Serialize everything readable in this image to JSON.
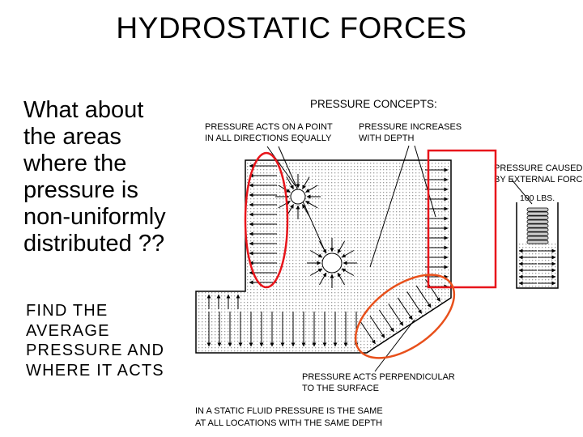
{
  "title": "HYDROSTATIC FORCES",
  "question_lines": [
    "What about",
    "the areas",
    "where the",
    "pressure is",
    "non-uniformly",
    "distributed ??"
  ],
  "task_lines": [
    "FIND THE",
    "AVERAGE",
    "PRESSURE AND",
    "WHERE IT ACTS"
  ],
  "diagram": {
    "heading": "PRESSURE CONCEPTS:",
    "label_point": [
      "PRESSURE ACTS ON A POINT",
      "IN ALL DIRECTIONS EQUALLY"
    ],
    "label_depth": [
      "PRESSURE INCREASES",
      "WITH DEPTH"
    ],
    "label_external": [
      "PRESSURE CAUSED",
      "BY EXTERNAL FORCE"
    ],
    "weight_label": "100 LBS.",
    "label_perpendicular": [
      "PRESSURE ACTS PERPENDICULAR",
      "TO THE SURFACE"
    ],
    "footnote": [
      "IN A STATIC FLUID PRESSURE IS THE SAME",
      "AT ALL LOCATIONS WITH THE SAME DEPTH"
    ]
  },
  "colors": {
    "highlight_red": "#e8151b",
    "highlight_orange": "#e8501b",
    "fluid_dots": "#9a9a9a"
  }
}
